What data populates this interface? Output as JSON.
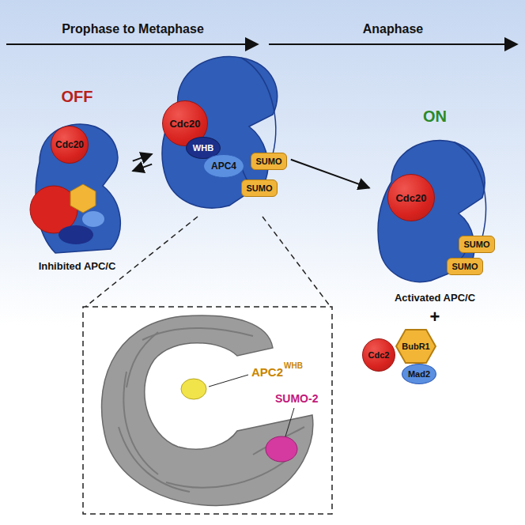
{
  "diagram": {
    "nodes": [
      {
        "text": [
          "OFF",
          "Inhibited APC/C"
        ]
      },
      {
        "text": [
          "Cdc20"
        ],
        "in": 0
      },
      {
        "text": []
      },
      {
        "text": [
          "Cdc20"
        ],
        "in": 2
      },
      {
        "text": [
          "WHB"
        ],
        "in": 2
      },
      {
        "text": [
          "APC4"
        ],
        "in": 2
      },
      {
        "text": [
          "SUMO"
        ],
        "in": 2
      },
      {
        "text": [
          "SUMO"
        ],
        "in": 2
      },
      {
        "text": [
          "ON",
          "Activated APC/C"
        ]
      },
      {
        "text": [
          "Cdc20"
        ],
        "in": 8
      },
      {
        "text": [
          "SUMO"
        ],
        "in": 8
      },
      {
        "text": [
          "SUMO"
        ],
        "in": 8
      },
      {
        "text": [
          "BubR1"
        ]
      },
      {
        "text": [
          "Cdc2"
        ]
      },
      {
        "text": [
          "Mad2"
        ]
      }
    ],
    "edges": [
      {
        "from": 0,
        "to": 2,
        "arrow": "to"
      },
      {
        "from": 2,
        "to": 0,
        "arrow": "to"
      },
      {
        "from": 2,
        "to": 8,
        "arrow": "to"
      }
    ],
    "labels": [
      "Prophase to Metaphase",
      "Anaphase",
      "+",
      "APC2",
      "WHB",
      "SUMO-2"
    ]
  }
}
